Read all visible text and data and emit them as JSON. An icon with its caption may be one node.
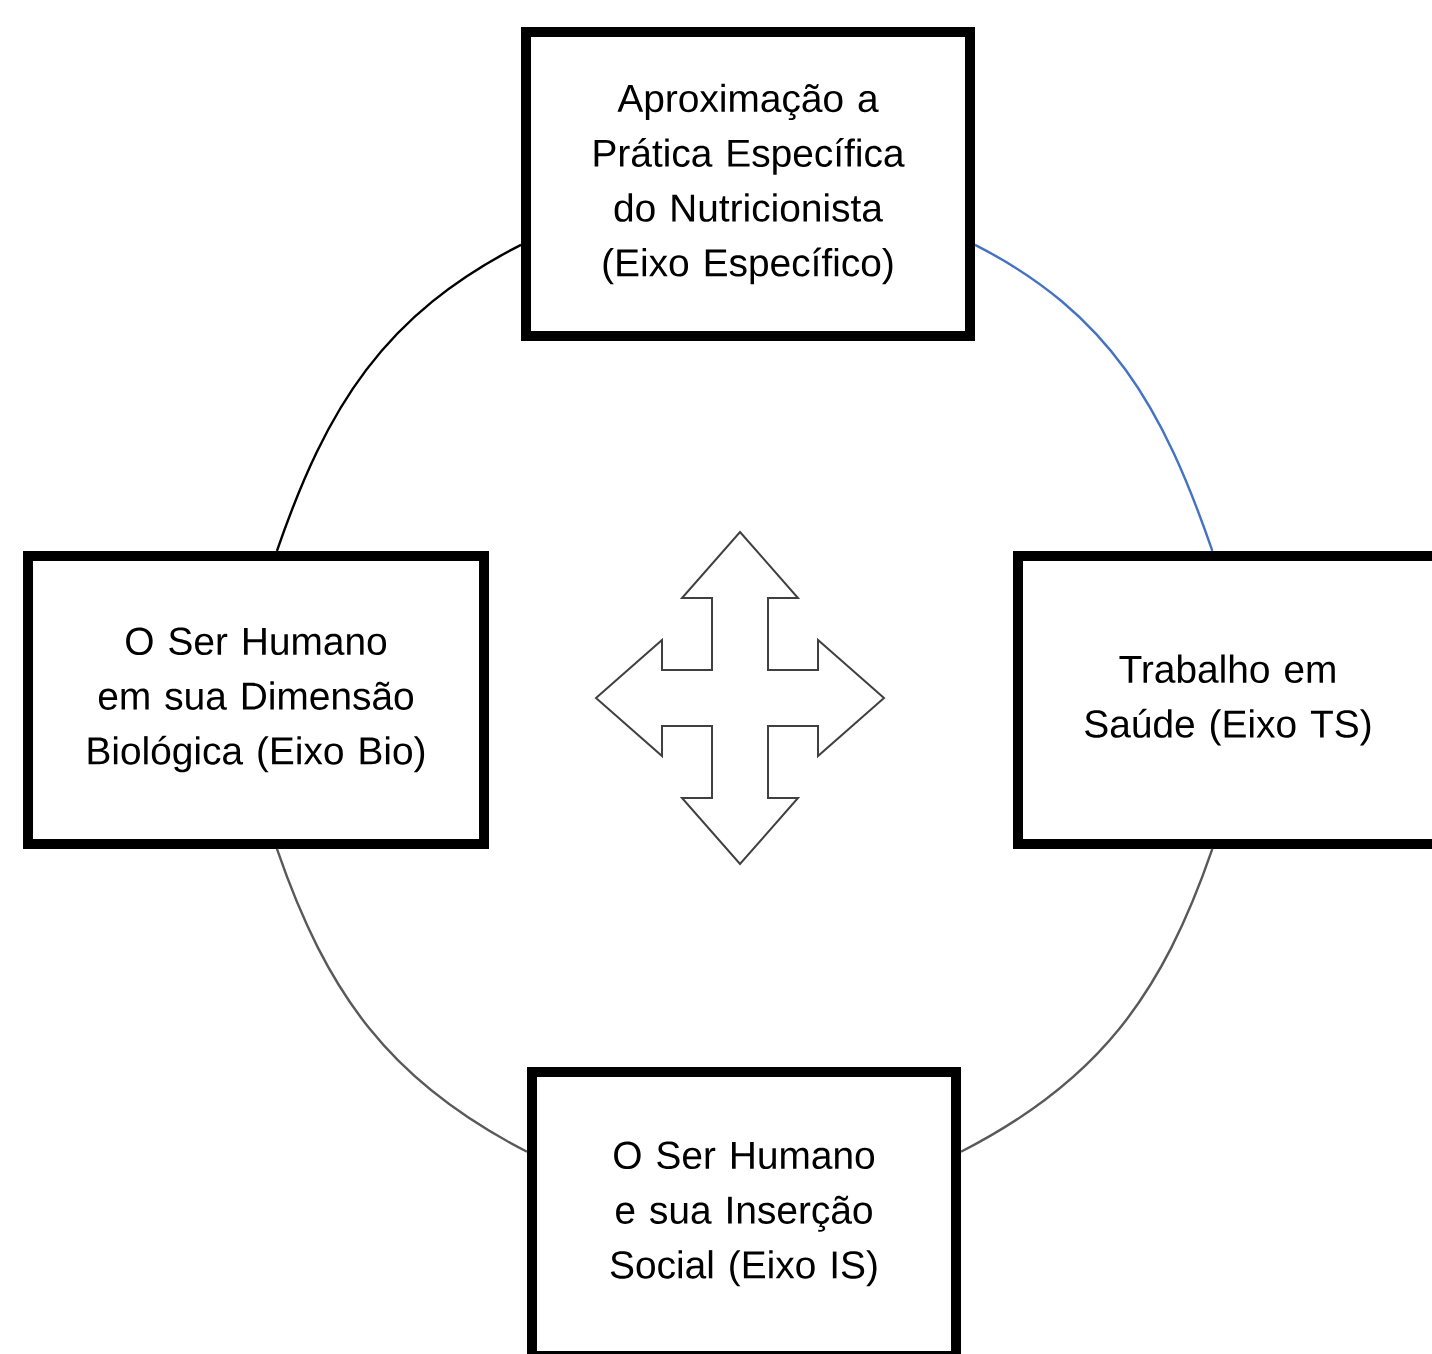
{
  "diagram": {
    "nodes": [
      {
        "text": [
          "Aproximação a Prática Específica do Nutricionista (Eixo Específico)"
        ]
      },
      {
        "text": [
          "O Ser Humano em sua Dimensão Biológica (Eixo Bio)"
        ]
      },
      {
        "text": [
          "Trabalho em Saúde (Eixo TS)"
        ]
      },
      {
        "text": [
          "O Ser Humano e sua Inserção Social (Eixo IS)"
        ]
      }
    ],
    "edges": [
      {
        "from": 0,
        "to": 1,
        "arrow": "none"
      },
      {
        "from": 0,
        "to": 2,
        "arrow": "none",
        "color": "#4472c4"
      },
      {
        "from": 1,
        "to": 3,
        "arrow": "none",
        "color": "#595959"
      },
      {
        "from": 2,
        "to": 3,
        "arrow": "none",
        "color": "#595959"
      }
    ]
  }
}
